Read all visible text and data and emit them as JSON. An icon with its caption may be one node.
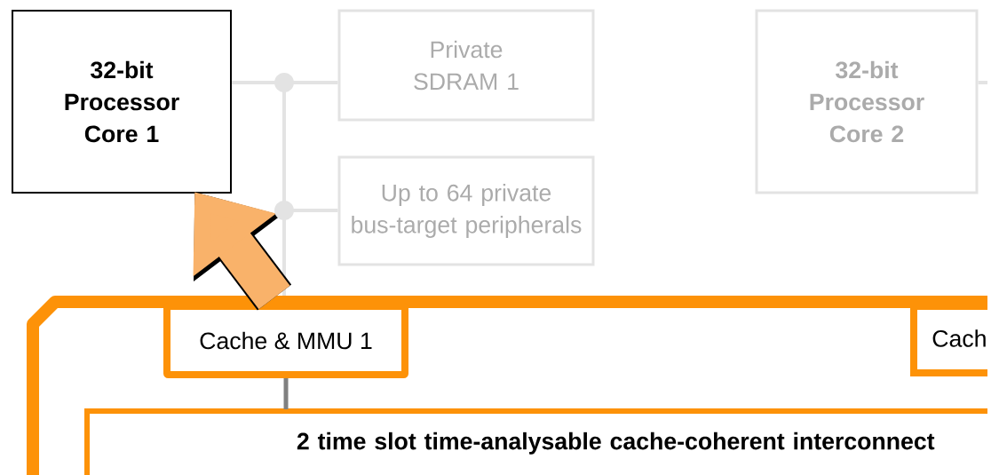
{
  "diagram": {
    "nodes": [
      {
        "text": [
          "32-bit Processor Core 1"
        ]
      },
      {
        "text": [
          "Private SDRAM 1"
        ]
      },
      {
        "text": [
          "Up to 64 private bus-target peripherals"
        ]
      },
      {
        "text": [
          "32-bit Processor Core 2"
        ]
      },
      {
        "text": [],
        "shape": "box"
      },
      {
        "text": [
          "Cache & MMU 1"
        ],
        "in": 4
      },
      {
        "text": [
          "Cach"
        ],
        "in": 4
      },
      {
        "text": [
          "2 time slot time-analysable cache-coherent interconnect"
        ],
        "in": 4
      }
    ],
    "edges": [
      {
        "from": 0,
        "to": 1,
        "arrow": "none"
      },
      {
        "from": 0,
        "to": 2,
        "arrow": "none"
      },
      {
        "from": 0,
        "to": 4,
        "arrow": "none"
      },
      {
        "from": 3,
        "to": null,
        "arrow": "none"
      },
      {
        "from": 5,
        "to": 7,
        "arrow": "none",
        "color": "#808080"
      },
      {
        "from": 5,
        "to": 0,
        "arrow": "to",
        "style": "thick",
        "color": "#f9b26a"
      }
    ]
  }
}
